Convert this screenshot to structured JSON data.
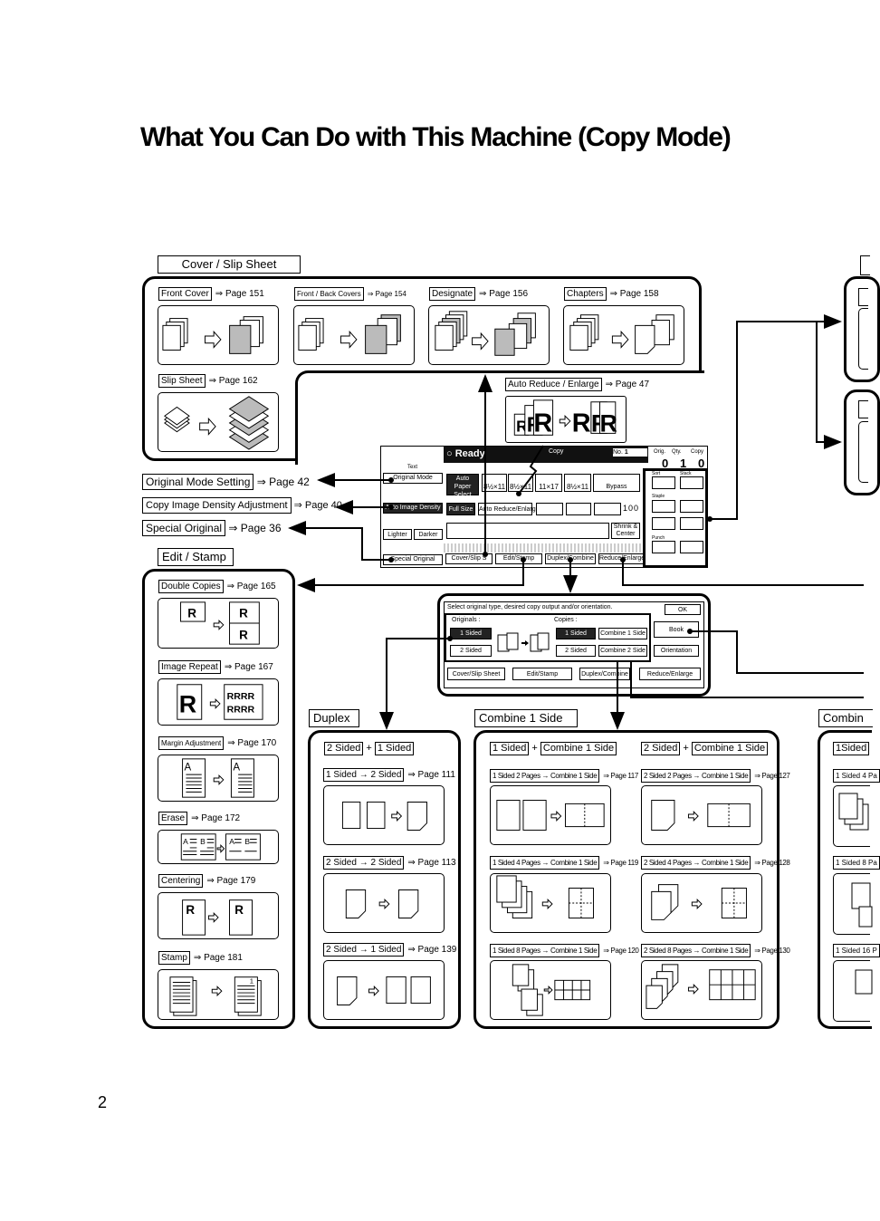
{
  "page": {
    "title": "What You Can Do with This Machine (Copy Mode)",
    "number": "2"
  },
  "cover": {
    "header": "Cover / Slip Sheet",
    "items": [
      {
        "name": "Front Cover",
        "ref": "⇒ Page 151"
      },
      {
        "name": "Front / Back Covers",
        "ref": "⇒ Page 154"
      },
      {
        "name": "Designate",
        "ref": "⇒ Page 156"
      },
      {
        "name": "Chapters",
        "ref": "⇒ Page 158"
      },
      {
        "name": "Slip Sheet",
        "ref": "⇒ Page 162"
      }
    ]
  },
  "auto_reduce": {
    "name": "Auto Reduce / Enlarge",
    "ref": "⇒ Page 47"
  },
  "side_labels": [
    {
      "name": "Original Mode Setting",
      "ref": "⇒ Page 42"
    },
    {
      "name": "Copy Image Density Adjustment",
      "ref": "⇒ Page 40"
    },
    {
      "name": "Special Original",
      "ref": "⇒ Page 36"
    }
  ],
  "edit": {
    "header": "Edit / Stamp",
    "items": [
      {
        "name": "Double Copies",
        "ref": "⇒ Page 165"
      },
      {
        "name": "Image Repeat",
        "ref": "⇒ Page 167"
      },
      {
        "name": "Margin Adjustment",
        "ref": "⇒ Page 170"
      },
      {
        "name": "Erase",
        "ref": "⇒ Page 172"
      },
      {
        "name": "Centering",
        "ref": "⇒ Page 179"
      },
      {
        "name": "Stamp",
        "ref": "⇒ Page 181"
      }
    ]
  },
  "duplex": {
    "header": "Duplex",
    "combo": [
      "2 Sided",
      "+",
      "1 Sided"
    ],
    "items": [
      {
        "name": "1 Sided → 2 Sided",
        "ref": "⇒ Page 111"
      },
      {
        "name": "2 Sided → 2 Sided",
        "ref": "⇒ Page 113"
      },
      {
        "name": "2 Sided → 1 Sided",
        "ref": "⇒ Page 139"
      }
    ]
  },
  "combine": {
    "header": "Combine 1 Side",
    "left_combo": [
      "1 Sided",
      "+",
      "Combine 1 Side"
    ],
    "right_combo": [
      "2 Sided",
      "+",
      "Combine 1 Side"
    ],
    "left_items": [
      {
        "name": "1 Sided 2 Pages → Combine 1 Side",
        "ref": "⇒ Page 117"
      },
      {
        "name": "1 Sided 4 Pages → Combine 1 Side",
        "ref": "⇒ Page 119"
      },
      {
        "name": "1 Sided 8 Pages → Combine 1 Side",
        "ref": "⇒ Page 120"
      }
    ],
    "right_items": [
      {
        "name": "2 Sided 2 Pages → Combine 1 Side",
        "ref": "⇒ Page 127"
      },
      {
        "name": "2 Sided 4 Pages → Combine 1 Side",
        "ref": "⇒ Page 128"
      },
      {
        "name": "2 Sided 8 Pages → Combine 1 Side",
        "ref": "⇒ Page 130"
      }
    ]
  },
  "combine2": {
    "header": "Combin",
    "combo": "1Sided",
    "items": [
      "1 Sided 4 Pa",
      "1 Sided 8 Pa",
      "1 Sided 16 P"
    ]
  },
  "panel_main": {
    "text_label": "Text",
    "original_mode": "Original Mode",
    "ready": "Ready",
    "copy": "Copy",
    "no_label": "No.",
    "no_value": "1",
    "orig": "Orig.",
    "qty": "Qty.",
    "copy_col": "Copy",
    "counters": [
      "0",
      "1",
      "0"
    ],
    "paper_sizes": [
      "8½×11",
      "8½×11",
      "11×17",
      "8½×11"
    ],
    "bypass": "Bypass",
    "auto_paper": "Auto Paper Select",
    "auto_image_density": "Auto Image Density",
    "full_size": "Full Size",
    "auto_reduce_enlarge": "Auto Reduce/Enlarge",
    "lighter": "Lighter",
    "darker": "Darker",
    "ratio": "100",
    "shrink_center": "Shrink & Center",
    "special_original": "Special Original",
    "tabs": [
      "Cover/Slip S",
      "Edit/Stamp",
      "Duplex/Combine",
      "Reduce/Enlarge"
    ],
    "sort": "Sort",
    "stack": "Stack",
    "staple": "Staple",
    "punch": "Punch"
  },
  "panel_duplex": {
    "instruction": "Select original type, desired copy output and/or orientation.",
    "ok": "OK",
    "originals": "Originals :",
    "copies": "Copies :",
    "orig_1": "1 Sided",
    "orig_2": "2 Sided",
    "copy_1": "1 Sided",
    "copy_2": "2 Sided",
    "combine_1": "Combine 1 Side",
    "combine_2": "Combine 2 Side",
    "book": "Book",
    "orientation": "Orientation",
    "tabs": [
      "Cover/Slip Sheet",
      "Edit/Stamp",
      "Duplex/Combine",
      "Reduce/Enlarge"
    ]
  }
}
